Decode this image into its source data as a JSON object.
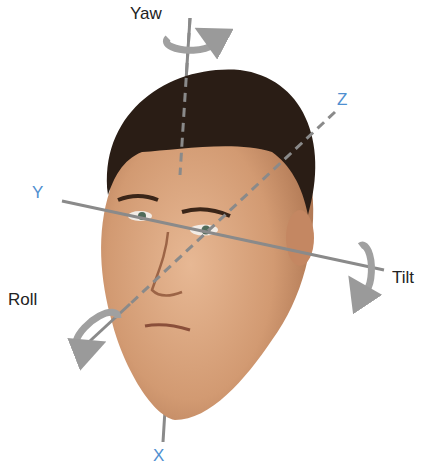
{
  "diagram": {
    "labels": [
      "Yaw",
      "Z",
      "Y",
      "Tilt",
      "Roll",
      "X"
    ]
  }
}
